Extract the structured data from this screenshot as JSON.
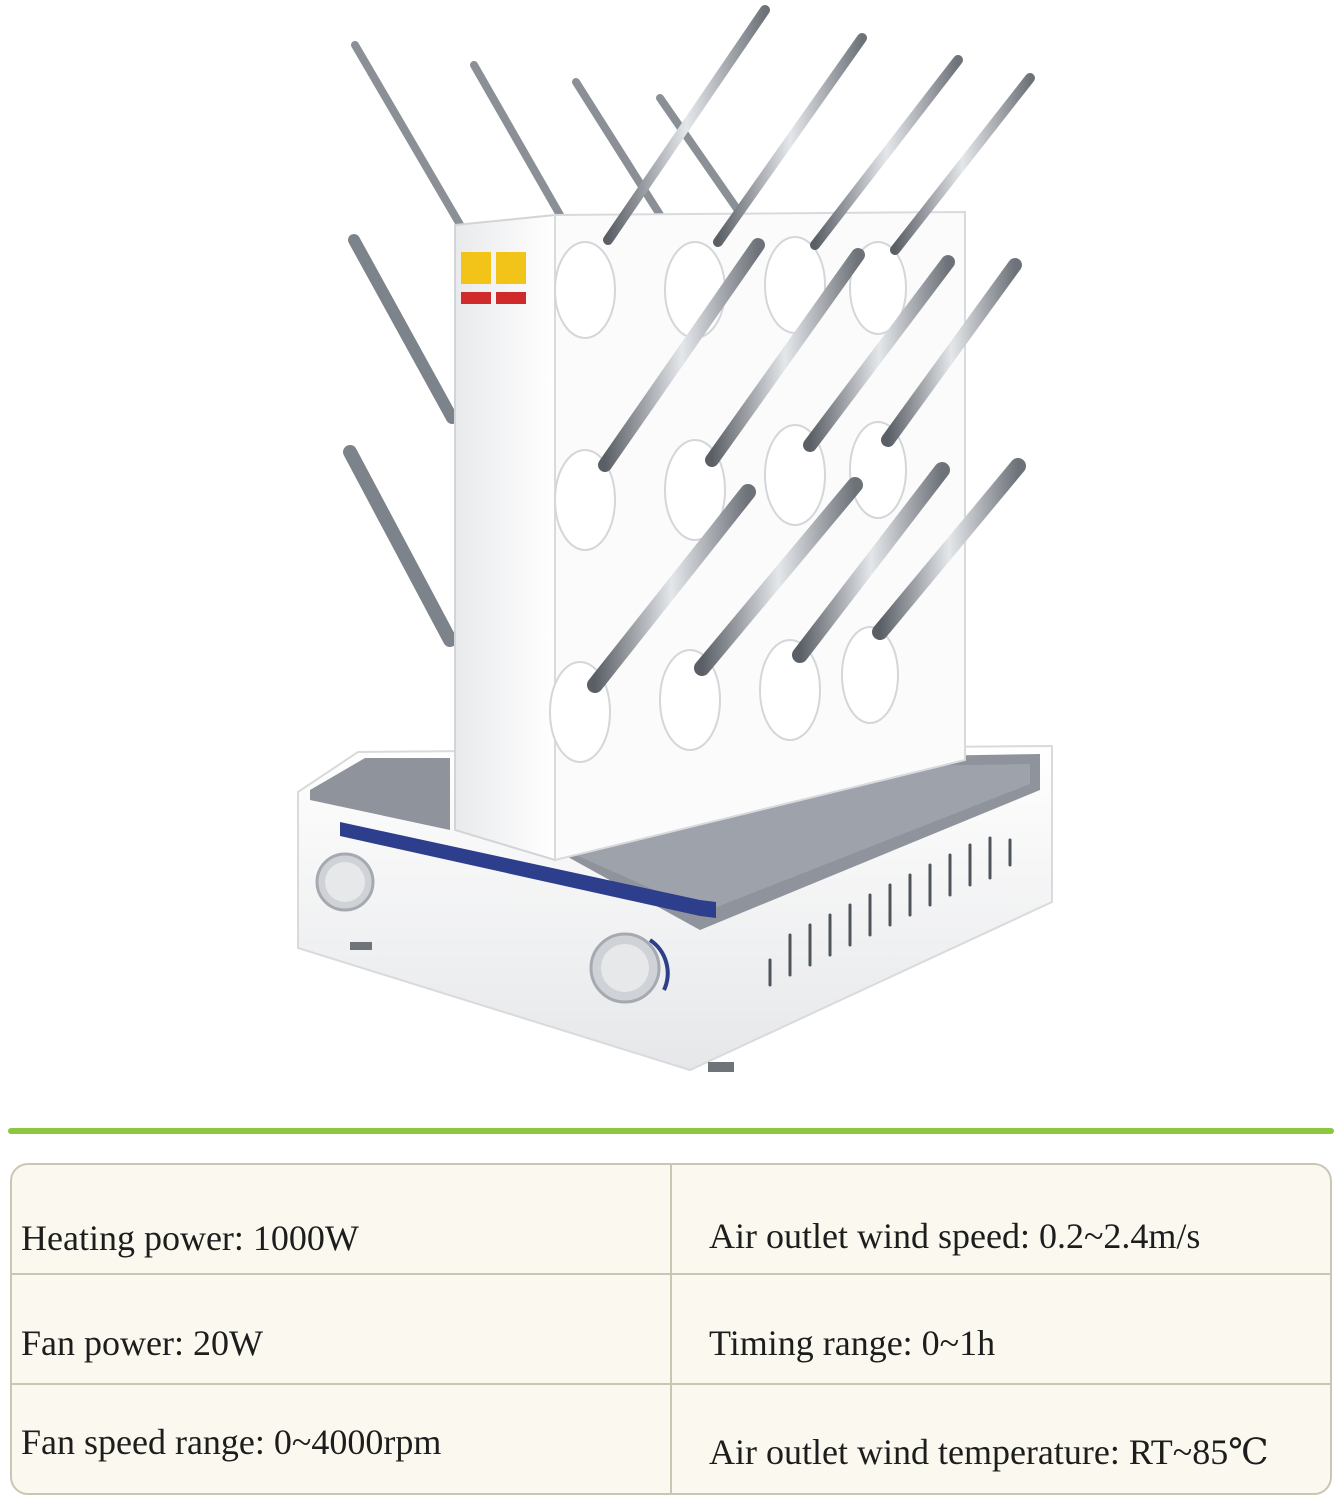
{
  "colors": {
    "divider": "#8dc63f",
    "table_background": "#fbf9ef",
    "table_border": "#c9c6b4",
    "device_body": "#f7f7f7",
    "tray": "#8f949c",
    "accent_stripe": "#2d3e8c",
    "warning_label": "#f2c318"
  },
  "product": {
    "icon": "lab-glassware-dryer-image"
  },
  "specs": [
    {
      "left": "Heating power: 1000W",
      "right": "Air outlet wind speed: 0.2~2.4m/s"
    },
    {
      "left": "Fan power: 20W",
      "right": "Timing range: 0~1h"
    },
    {
      "left": "Fan speed range: 0~4000rpm",
      "right": "Air outlet wind temperature: RT~85℃"
    }
  ]
}
